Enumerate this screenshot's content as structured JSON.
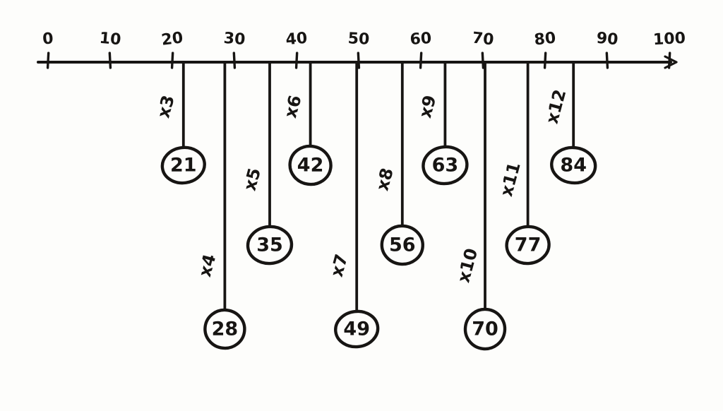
{
  "page": {
    "background": "#fdfdfb",
    "ink_color": "#171513",
    "description": "Hand-drawn number line from 0 to 100 with multiples of 7 hanging below in circles"
  },
  "chart_data": {
    "type": "number-line",
    "title": "",
    "axis": {
      "min": 0,
      "max": 100,
      "step": 10,
      "tick_labels": [
        "0",
        "10",
        "20",
        "30",
        "40",
        "50",
        "60",
        "70",
        "80",
        "90",
        "100"
      ]
    },
    "points": [
      {
        "value": 21,
        "circle_label": "21",
        "multiplier_label": "x3",
        "depth": "shallow"
      },
      {
        "value": 28,
        "circle_label": "28",
        "multiplier_label": "x4",
        "depth": "deep"
      },
      {
        "value": 35,
        "circle_label": "35",
        "multiplier_label": "x5",
        "depth": "middle"
      },
      {
        "value": 42,
        "circle_label": "42",
        "multiplier_label": "x6",
        "depth": "shallow"
      },
      {
        "value": 49,
        "circle_label": "49",
        "multiplier_label": "x7",
        "depth": "deep"
      },
      {
        "value": 56,
        "circle_label": "56",
        "multiplier_label": "x8",
        "depth": "middle"
      },
      {
        "value": 63,
        "circle_label": "63",
        "multiplier_label": "x9",
        "depth": "shallow"
      },
      {
        "value": 70,
        "circle_label": "70",
        "multiplier_label": "x10",
        "depth": "deep"
      },
      {
        "value": 77,
        "circle_label": "77",
        "multiplier_label": "x11",
        "depth": "middle"
      },
      {
        "value": 84,
        "circle_label": "84",
        "multiplier_label": "x12",
        "depth": "shallow"
      }
    ]
  }
}
